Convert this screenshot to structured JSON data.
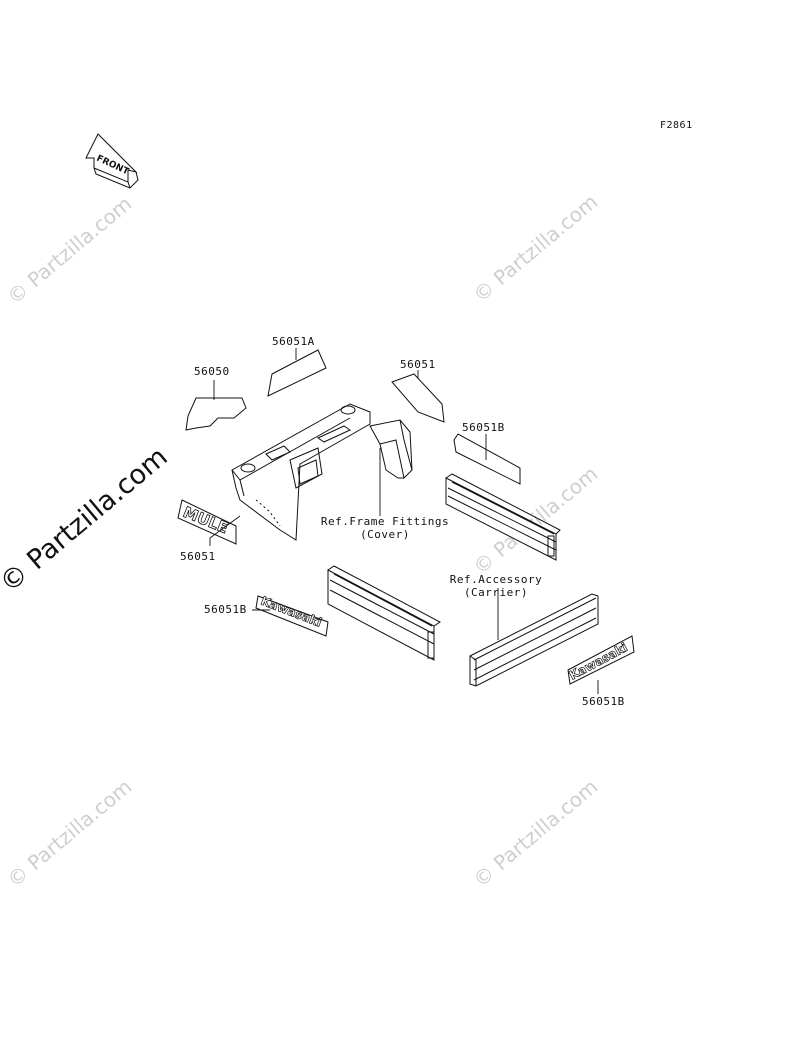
{
  "figure_code": "F2861",
  "front_arrow_text": "FRONT",
  "watermark_text": "© Partzilla.com",
  "emblem_mule": "MULE",
  "emblem_kawasaki": "Kawasaki",
  "parts": [
    {
      "id": "p1",
      "label": "56050"
    },
    {
      "id": "p2",
      "label": "56051A"
    },
    {
      "id": "p3",
      "label": "56051"
    },
    {
      "id": "p4",
      "label": "56051B"
    },
    {
      "id": "p5",
      "label": "56051"
    },
    {
      "id": "p6",
      "label": "56051B"
    },
    {
      "id": "p7",
      "label": "56051B"
    }
  ],
  "references": [
    {
      "line1": "Ref.Frame Fittings",
      "line2": "(Cover)"
    },
    {
      "line1": "Ref.Accessory",
      "line2": "(Carrier)"
    }
  ]
}
